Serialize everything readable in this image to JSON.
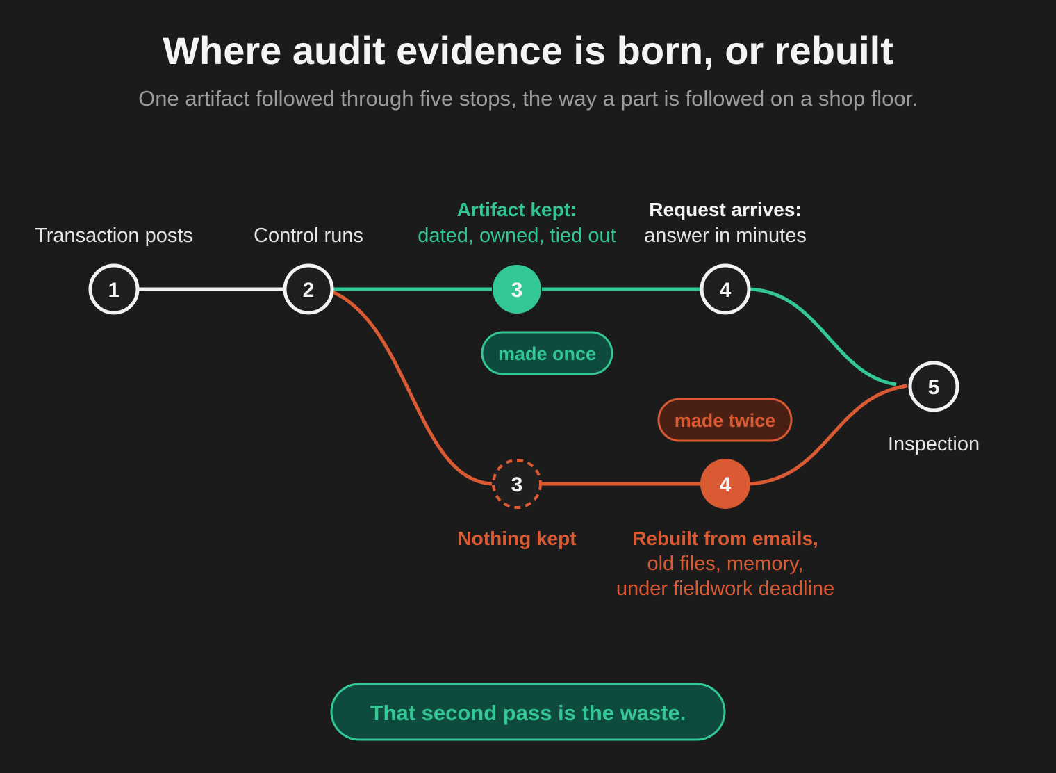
{
  "title": "Where audit evidence is born, or rebuilt",
  "subtitle": "One artifact followed through five stops, the way a part is followed on a shop floor.",
  "colors": {
    "background": "#1b1b1b",
    "neutral": "#ffffff",
    "good": "#34c796",
    "bad": "#d95a33",
    "good_pill_fill": "#0f4a3e",
    "bad_pill_fill": "#4a1f14",
    "node_fill": "#1f1f1f"
  },
  "nodes": {
    "n1": {
      "number": "1",
      "label": "Transaction posts"
    },
    "n2": {
      "number": "2",
      "label": "Control runs"
    },
    "n3_good": {
      "number": "3",
      "heading": "Artifact kept:",
      "detail": "dated, owned, tied out"
    },
    "n4_good": {
      "number": "4",
      "heading": "Request arrives:",
      "detail": "answer in minutes"
    },
    "n5": {
      "number": "5",
      "label": "Inspection"
    },
    "n3_bad": {
      "number": "3",
      "heading": "Nothing kept"
    },
    "n4_bad": {
      "number": "4",
      "heading": "Rebuilt from emails,",
      "detail_line1": "old files, memory,",
      "detail_line2": "under fieldwork deadline"
    }
  },
  "badges": {
    "made_once": "made once",
    "made_twice": "made twice"
  },
  "callout": "That second pass is the waste."
}
